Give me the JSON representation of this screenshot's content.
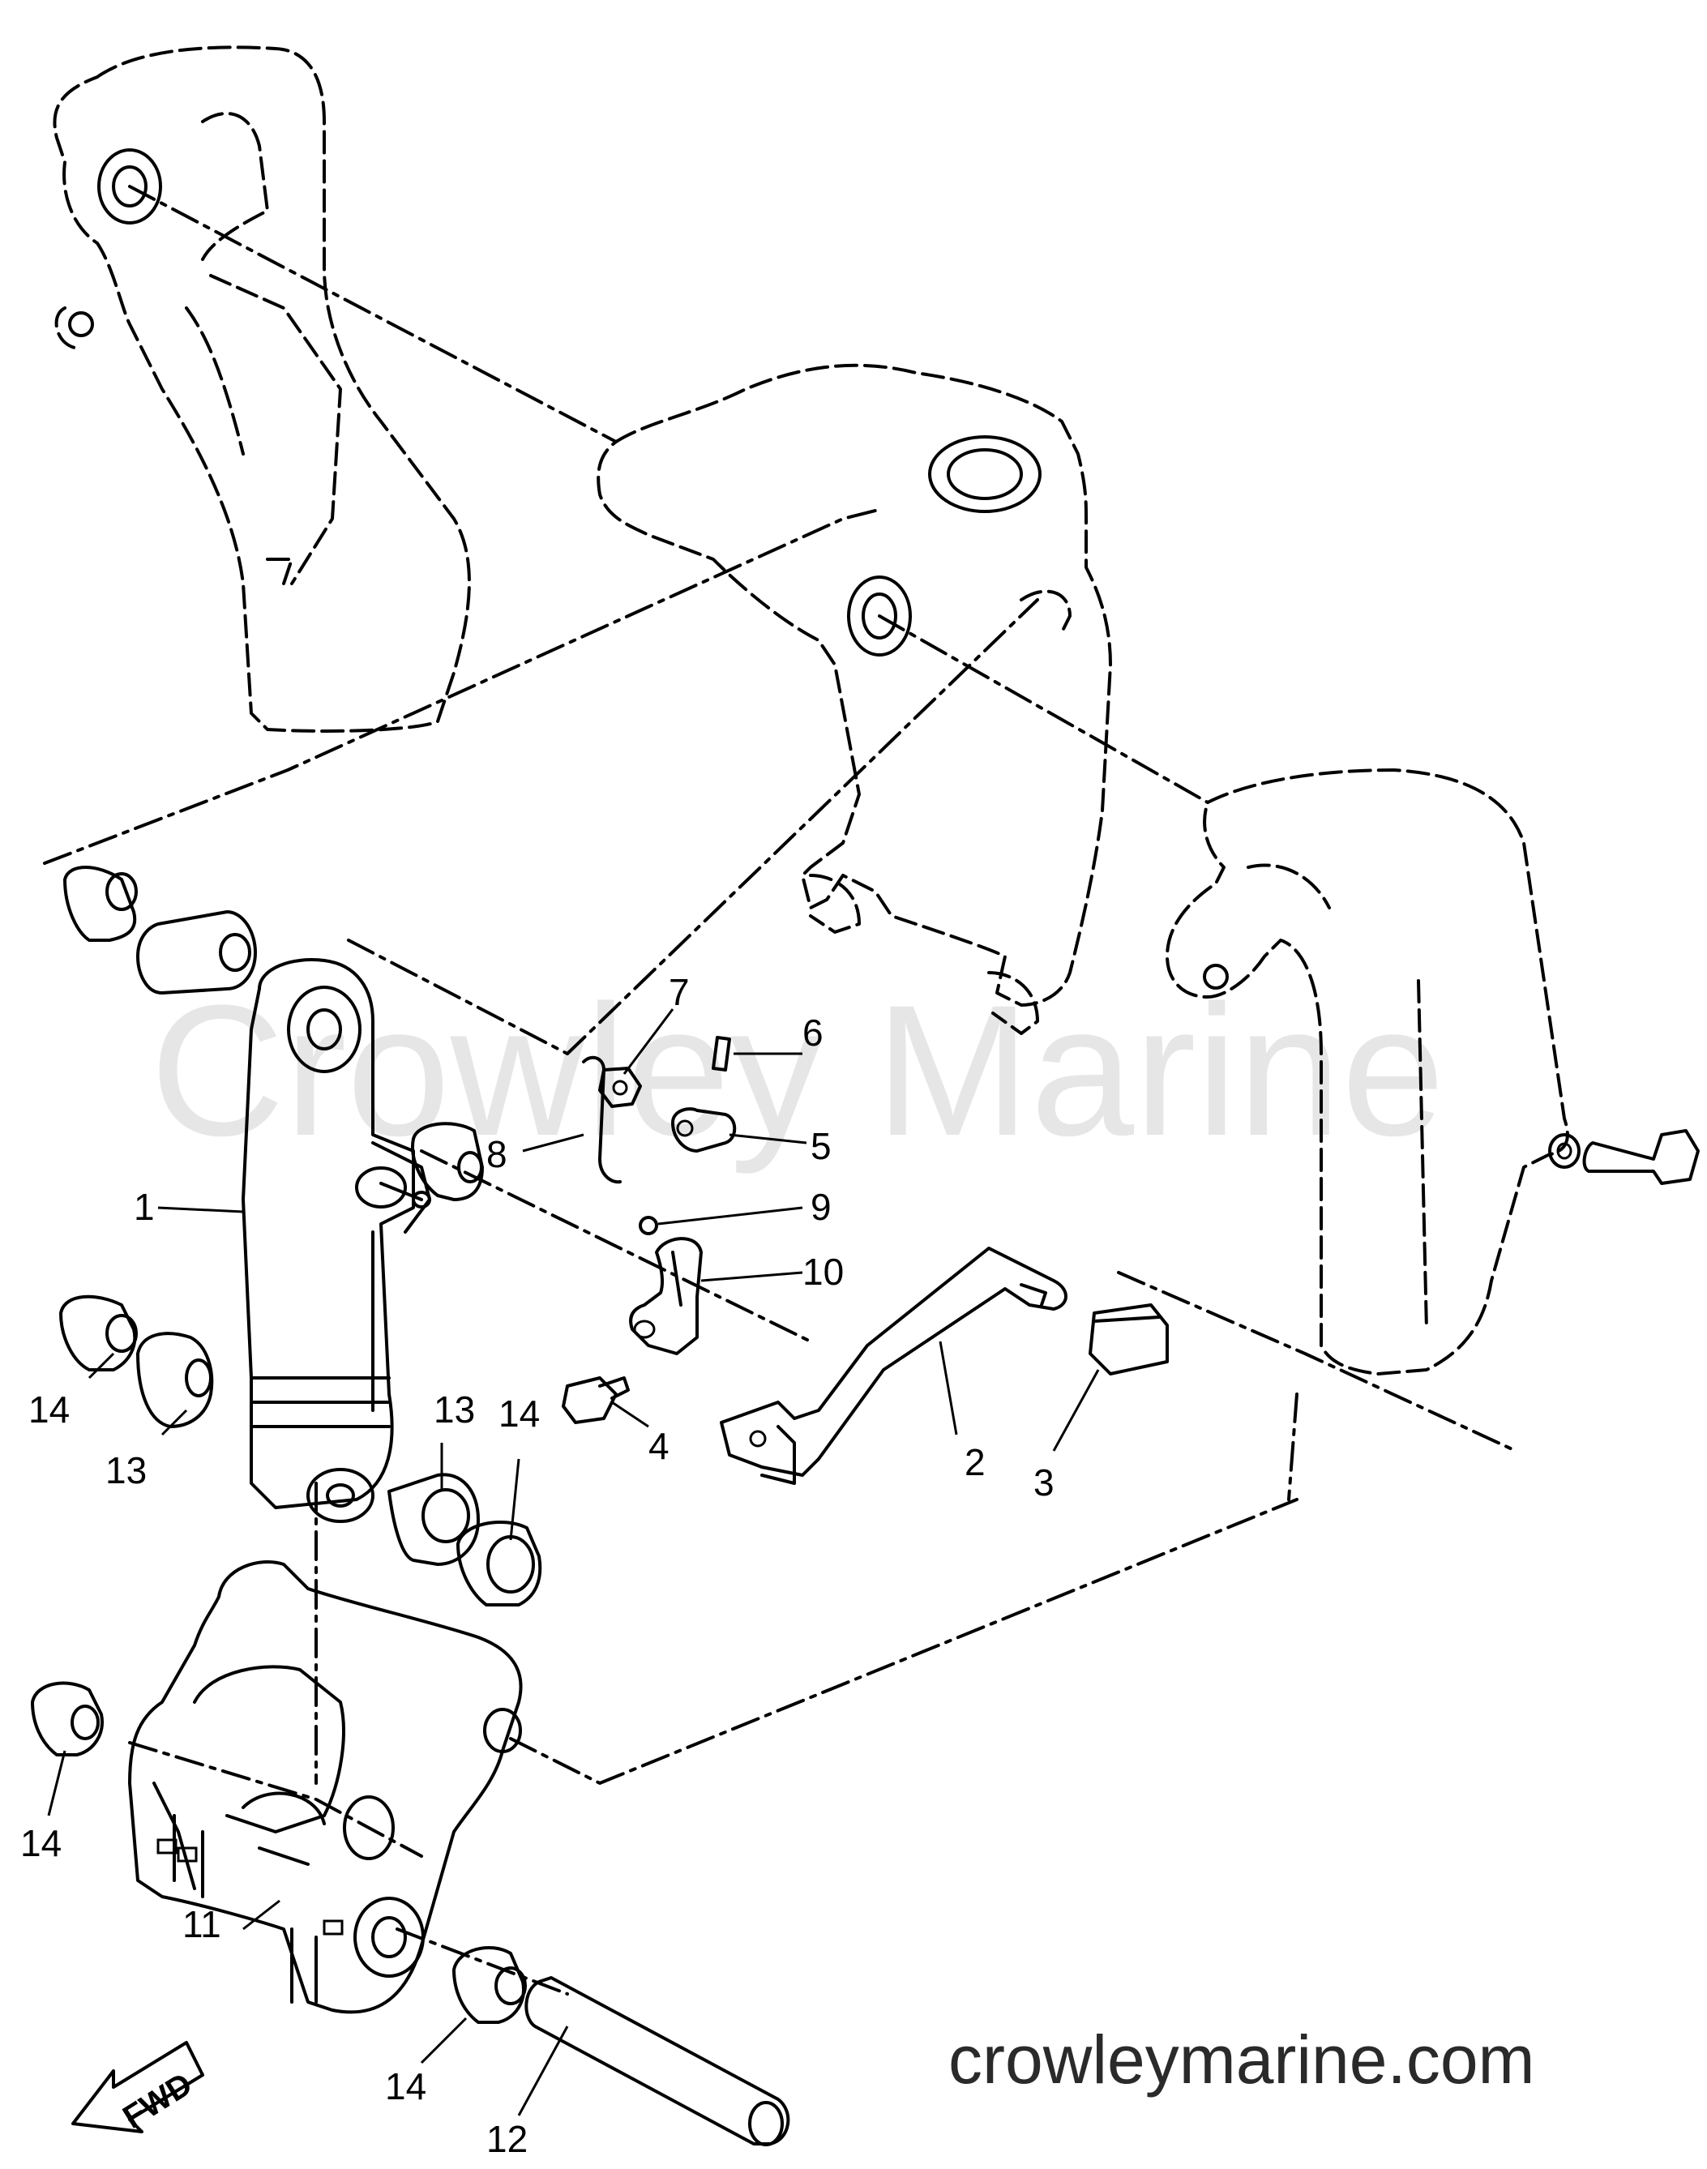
{
  "watermark": "Crowley Marine",
  "website": "crowleymarine.com",
  "fwd_label": "FWD",
  "callouts": [
    {
      "key": "c1",
      "label": "1"
    },
    {
      "key": "c2",
      "label": "2"
    },
    {
      "key": "c3",
      "label": "3"
    },
    {
      "key": "c4",
      "label": "4"
    },
    {
      "key": "c5",
      "label": "5"
    },
    {
      "key": "c6",
      "label": "6"
    },
    {
      "key": "c7",
      "label": "7"
    },
    {
      "key": "c8",
      "label": "8"
    },
    {
      "key": "c9",
      "label": "9"
    },
    {
      "key": "c10",
      "label": "10"
    },
    {
      "key": "c11",
      "label": "11"
    },
    {
      "key": "c12",
      "label": "12"
    },
    {
      "key": "c13a",
      "label": "13"
    },
    {
      "key": "c13b",
      "label": "13"
    },
    {
      "key": "c14a",
      "label": "14"
    },
    {
      "key": "c14b",
      "label": "14"
    },
    {
      "key": "c14c",
      "label": "14"
    },
    {
      "key": "c14d",
      "label": "14"
    }
  ]
}
